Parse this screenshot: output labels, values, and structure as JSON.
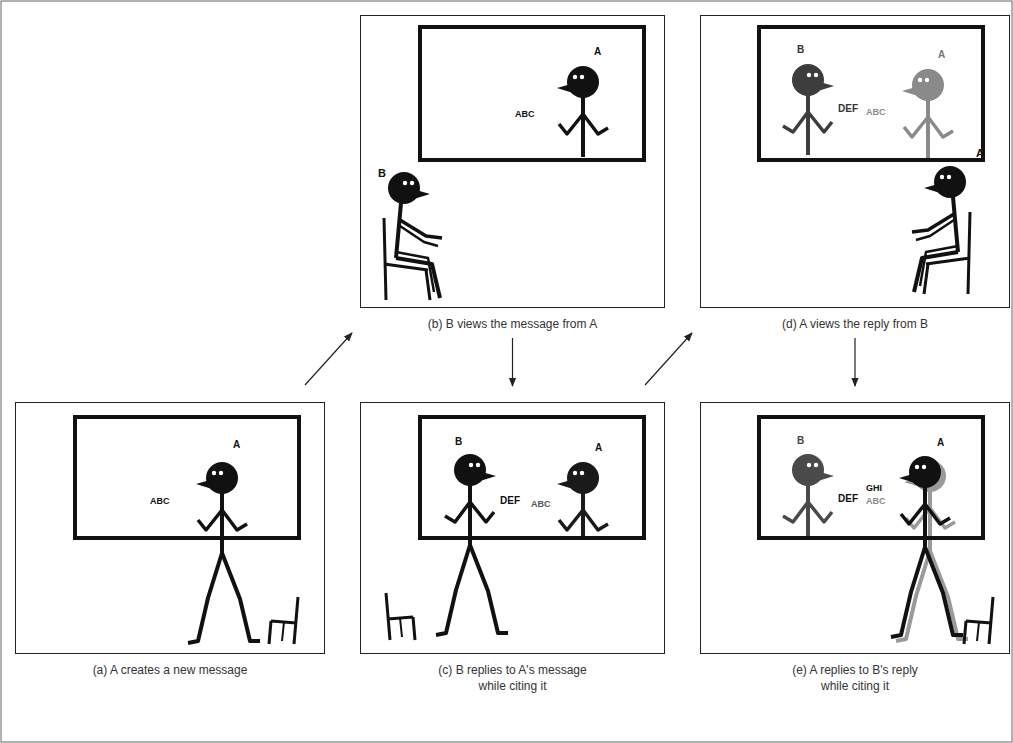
{
  "diagram": {
    "nodes": [
      {
        "text": [
          "(a) A creates a new message"
        ]
      },
      {
        "text": [
          "ABC",
          "A"
        ],
        "in": 0
      },
      {
        "text": [
          "(b) B views the message from A",
          "B"
        ]
      },
      {
        "text": [
          "ABC",
          "A"
        ],
        "in": 2
      },
      {
        "text": [
          "(c) B replies to A's message while citing it"
        ]
      },
      {
        "text": [
          "B",
          "DEF",
          "ABC",
          "A"
        ],
        "in": 4
      },
      {
        "text": [
          "(d) A views the reply from B",
          "A"
        ]
      },
      {
        "text": [
          "B",
          "DEF",
          "ABC",
          "A"
        ],
        "in": 6
      },
      {
        "text": [
          "(e) A replies to B's reply while citing it"
        ]
      },
      {
        "text": [
          "B",
          "DEF",
          "GHI",
          "ABC",
          "A"
        ],
        "in": 8
      }
    ],
    "edges": [
      {
        "from": 0,
        "to": 2,
        "arrow": "to"
      },
      {
        "from": 2,
        "to": 4,
        "arrow": "to"
      },
      {
        "from": 4,
        "to": 6,
        "arrow": "to"
      },
      {
        "from": 6,
        "to": 8,
        "arrow": "to"
      }
    ]
  }
}
